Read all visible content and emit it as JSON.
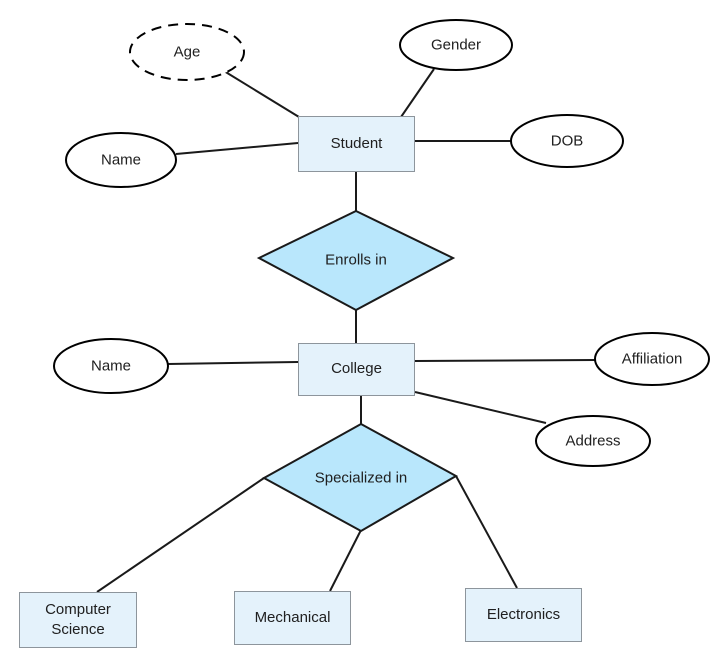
{
  "colors": {
    "background": "#ffffff",
    "entity_fill": "#e4f2fb",
    "entity_border": "#8d959c",
    "relationship_fill": "#b9e7fc",
    "attribute_fill": "#ffffff",
    "shape_stroke": "#000000",
    "edge_stroke": "#1a1a1a",
    "text": "#202020"
  },
  "entities": [
    {
      "id": "student",
      "label": "Student"
    },
    {
      "id": "college",
      "label": "College"
    },
    {
      "id": "computer-science",
      "label": "Computer Science"
    },
    {
      "id": "mechanical",
      "label": "Mechanical"
    },
    {
      "id": "electronics",
      "label": "Electronics"
    }
  ],
  "relationships": [
    {
      "id": "enrolls-in",
      "label": "Enrolls in"
    },
    {
      "id": "specialized-in",
      "label": "Specialized in"
    }
  ],
  "attributes": [
    {
      "id": "age",
      "label": "Age",
      "owner": "Student",
      "dashed": true
    },
    {
      "id": "gender",
      "label": "Gender",
      "owner": "Student",
      "dashed": false
    },
    {
      "id": "student-name",
      "label": "Name",
      "owner": "Student",
      "dashed": false
    },
    {
      "id": "dob",
      "label": "DOB",
      "owner": "Student",
      "dashed": false
    },
    {
      "id": "college-name",
      "label": "Name",
      "owner": "College",
      "dashed": false
    },
    {
      "id": "affiliation",
      "label": "Affiliation",
      "owner": "College",
      "dashed": false
    },
    {
      "id": "address",
      "label": "Address",
      "owner": "College",
      "dashed": false
    }
  ],
  "connections": [
    {
      "from": "Age",
      "to": "Student"
    },
    {
      "from": "Gender",
      "to": "Student"
    },
    {
      "from": "Name",
      "to": "Student"
    },
    {
      "from": "DOB",
      "to": "Student"
    },
    {
      "from": "Student",
      "to": "Enrolls in"
    },
    {
      "from": "Enrolls in",
      "to": "College"
    },
    {
      "from": "Name",
      "to": "College"
    },
    {
      "from": "Affiliation",
      "to": "College"
    },
    {
      "from": "Address",
      "to": "College"
    },
    {
      "from": "College",
      "to": "Specialized in"
    },
    {
      "from": "Specialized in",
      "to": "Computer Science"
    },
    {
      "from": "Specialized in",
      "to": "Mechanical"
    },
    {
      "from": "Specialized in",
      "to": "Electronics"
    }
  ]
}
